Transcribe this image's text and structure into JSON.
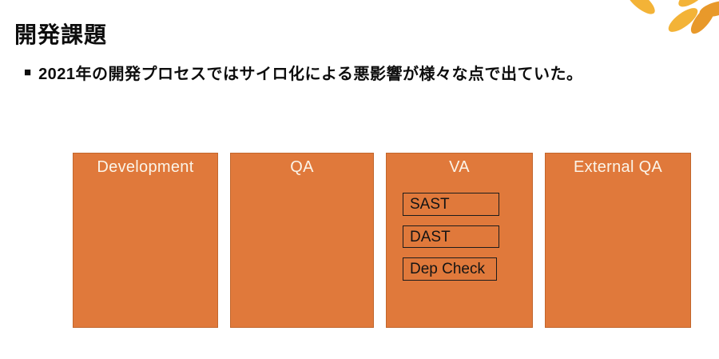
{
  "header": {
    "title": "開発課題",
    "bullet_marker": "■",
    "bullet_text": "2021年の開発プロセスではサイロ化による悪影響が様々な点で出ていた。"
  },
  "diagram": {
    "stages": [
      {
        "label": "Development",
        "tools": []
      },
      {
        "label": "QA",
        "tools": []
      },
      {
        "label": "VA",
        "tools": [
          "SAST",
          "DAST",
          "Dep Check"
        ]
      },
      {
        "label": "External QA",
        "tools": []
      }
    ]
  },
  "decoration": {
    "flower_icon": "petal-flower-icon"
  },
  "colors": {
    "stage_fill": "#e0793b",
    "stage_border": "#c2662c",
    "stage_label": "#fbf4e8",
    "tool_border": "#1c1c1c",
    "tool_label": "#141414",
    "text": "#0d0d0d",
    "petal_gold": "#f3b337",
    "petal_orange": "#e8992b",
    "background": "#ffffff"
  }
}
